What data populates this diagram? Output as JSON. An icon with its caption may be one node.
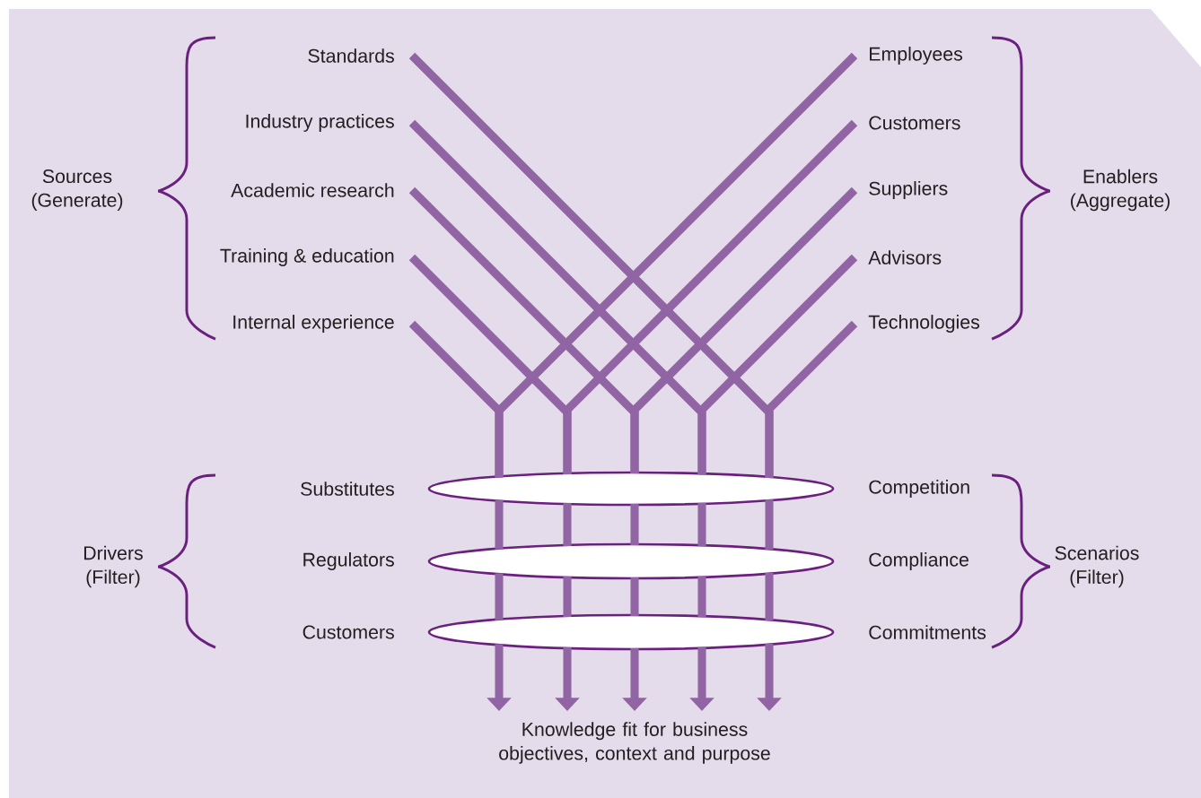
{
  "diagram": {
    "nodes": [
      {
        "text": [
          "Standards"
        ]
      },
      {
        "text": [
          "Industry practices"
        ]
      },
      {
        "text": [
          "Academic research"
        ]
      },
      {
        "text": [
          "Training & education"
        ]
      },
      {
        "text": [
          "Internal experience"
        ]
      },
      {
        "text": [
          "Employees"
        ]
      },
      {
        "text": [
          "Customers"
        ]
      },
      {
        "text": [
          "Suppliers"
        ]
      },
      {
        "text": [
          "Advisors"
        ]
      },
      {
        "text": [
          "Technologies"
        ]
      },
      {
        "text": [],
        "shape": "ellipse",
        "beside": [
          "Substitutes",
          "Competition"
        ]
      },
      {
        "text": [],
        "shape": "ellipse",
        "beside": [
          "Regulators",
          "Compliance"
        ]
      },
      {
        "text": [],
        "shape": "ellipse",
        "beside": [
          "Customers",
          "Commitments"
        ]
      },
      {
        "text": [
          "Knowledge fit for business objectives, context and purpose"
        ]
      }
    ],
    "edges": [
      {
        "from": 0,
        "to": 10,
        "arrow": "none"
      },
      {
        "from": 1,
        "to": 10,
        "arrow": "none"
      },
      {
        "from": 2,
        "to": 10,
        "arrow": "none"
      },
      {
        "from": 3,
        "to": 10,
        "arrow": "none"
      },
      {
        "from": 4,
        "to": 10,
        "arrow": "none"
      },
      {
        "from": 5,
        "to": 10,
        "arrow": "none"
      },
      {
        "from": 6,
        "to": 10,
        "arrow": "none"
      },
      {
        "from": 7,
        "to": 10,
        "arrow": "none"
      },
      {
        "from": 8,
        "to": 10,
        "arrow": "none"
      },
      {
        "from": 9,
        "to": 10,
        "arrow": "none"
      },
      {
        "from": 10,
        "to": 11,
        "arrow": "none"
      },
      {
        "from": 10,
        "to": 11,
        "arrow": "none"
      },
      {
        "from": 10,
        "to": 11,
        "arrow": "none"
      },
      {
        "from": 10,
        "to": 11,
        "arrow": "none"
      },
      {
        "from": 10,
        "to": 11,
        "arrow": "none"
      },
      {
        "from": 11,
        "to": 12,
        "arrow": "none"
      },
      {
        "from": 11,
        "to": 12,
        "arrow": "none"
      },
      {
        "from": 11,
        "to": 12,
        "arrow": "none"
      },
      {
        "from": 11,
        "to": 12,
        "arrow": "none"
      },
      {
        "from": 11,
        "to": 12,
        "arrow": "none"
      },
      {
        "from": 12,
        "to": 13,
        "arrow": "to"
      },
      {
        "from": 12,
        "to": 13,
        "arrow": "to"
      },
      {
        "from": 12,
        "to": 13,
        "arrow": "to"
      },
      {
        "from": 12,
        "to": 13,
        "arrow": "to"
      },
      {
        "from": 12,
        "to": 13,
        "arrow": "to"
      }
    ],
    "labels": [
      "Sources (Generate)",
      "Enablers (Aggregate)",
      "Drivers (Filter)",
      "Scenarios (Filter)"
    ]
  }
}
